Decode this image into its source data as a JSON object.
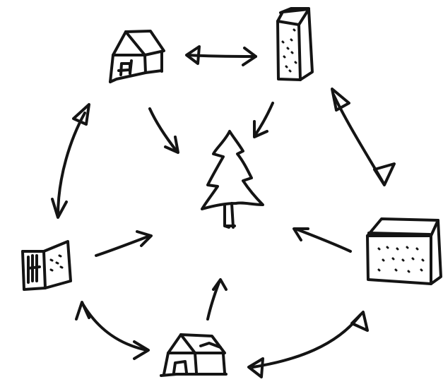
{
  "diagram": {
    "style": "hand-drawn sketch",
    "ink_color": "#141414",
    "paper_color": "#ffffff",
    "nodes": [
      {
        "id": "house-top",
        "icon": "house-icon"
      },
      {
        "id": "tower",
        "icon": "tall-building-icon"
      },
      {
        "id": "tree",
        "icon": "tree-icon"
      },
      {
        "id": "small-building",
        "icon": "small-building-icon"
      },
      {
        "id": "large-building",
        "icon": "large-building-icon"
      },
      {
        "id": "house-bottom",
        "icon": "house-icon"
      }
    ],
    "connections": [
      {
        "from": "house-top",
        "to": "tower",
        "direction": "both"
      },
      {
        "from": "tower",
        "to": "large-building",
        "direction": "both"
      },
      {
        "from": "large-building",
        "to": "house-bottom",
        "direction": "both"
      },
      {
        "from": "house-bottom",
        "to": "small-building",
        "direction": "both"
      },
      {
        "from": "small-building",
        "to": "house-top",
        "direction": "both"
      },
      {
        "from": "house-top",
        "to": "tree",
        "direction": "one-way"
      },
      {
        "from": "tower",
        "to": "tree",
        "direction": "one-way"
      },
      {
        "from": "small-building",
        "to": "tree",
        "direction": "one-way"
      },
      {
        "from": "large-building",
        "to": "tree",
        "direction": "one-way"
      },
      {
        "from": "house-bottom",
        "to": "tree",
        "direction": "one-way"
      }
    ]
  }
}
